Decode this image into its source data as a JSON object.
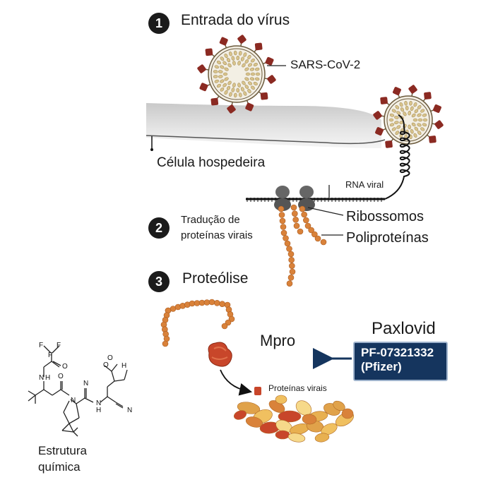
{
  "steps": [
    {
      "number": "1",
      "title": "Entrada do vírus"
    },
    {
      "number": "2",
      "title_line1": "Tradução de",
      "title_line2": "proteínas virais"
    },
    {
      "number": "3",
      "title": "Proteólise"
    }
  ],
  "labels": {
    "virus": "SARS-CoV-2",
    "host_cell": "Célula hospedeira",
    "viral_rna": "RNA viral",
    "ribosomes": "Ribossomos",
    "polyproteins": "Poliproteínas",
    "mpro": "Mpro",
    "viral_proteins": "Proteínas virais",
    "structure_line1": "Estrutura",
    "structure_line2": "química"
  },
  "drug": {
    "name": "Paxlovid",
    "code": "PF-07321332",
    "maker": "(Pfizer)"
  },
  "structure_atoms": [
    "F",
    "F",
    "F",
    "O",
    "N",
    "H",
    "O",
    "N",
    "O",
    "N",
    "H",
    "N",
    "N",
    "O",
    "H"
  ],
  "colors": {
    "virus_spike": "#8b2a22",
    "virus_core": "#d9c48c",
    "membrane": "#d8d8d8",
    "amino_acid": "#d9823a",
    "mpro": "#c8462a",
    "drug_box": "#15355e",
    "arrow": "#15355e"
  }
}
